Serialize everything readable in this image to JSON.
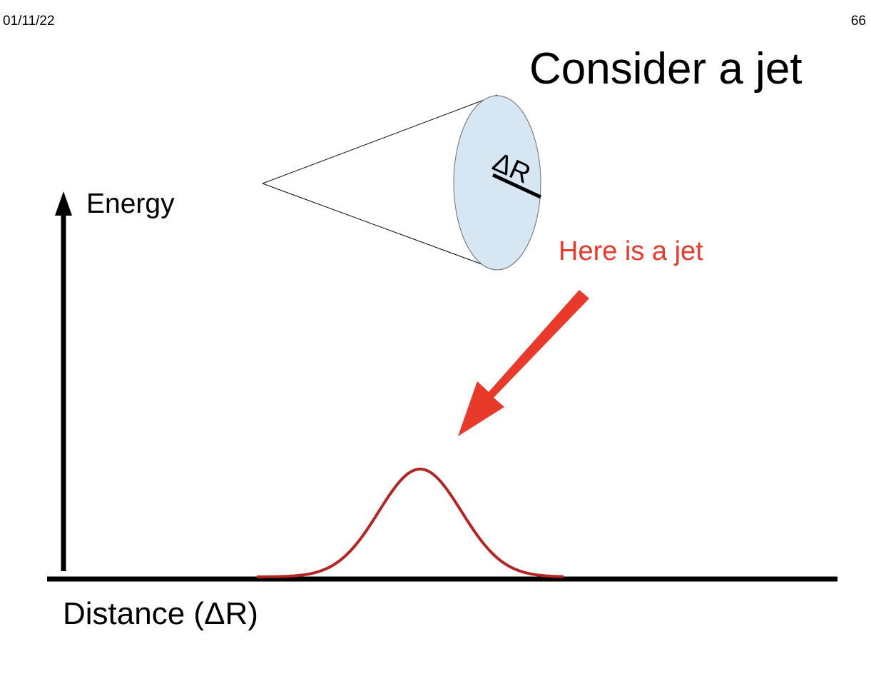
{
  "header": {
    "date": "01/11/22",
    "page_number": "66"
  },
  "title": "Consider a jet",
  "cone": {
    "radius_label": "ΔR",
    "fill_color": "#d6e6f3"
  },
  "callout": {
    "text": "Here is a jet",
    "color": "#e8392a"
  },
  "plot": {
    "y_axis_label": "Energy",
    "x_axis_label": "Distance (ΔR)",
    "curve_color": "#b52525"
  }
}
